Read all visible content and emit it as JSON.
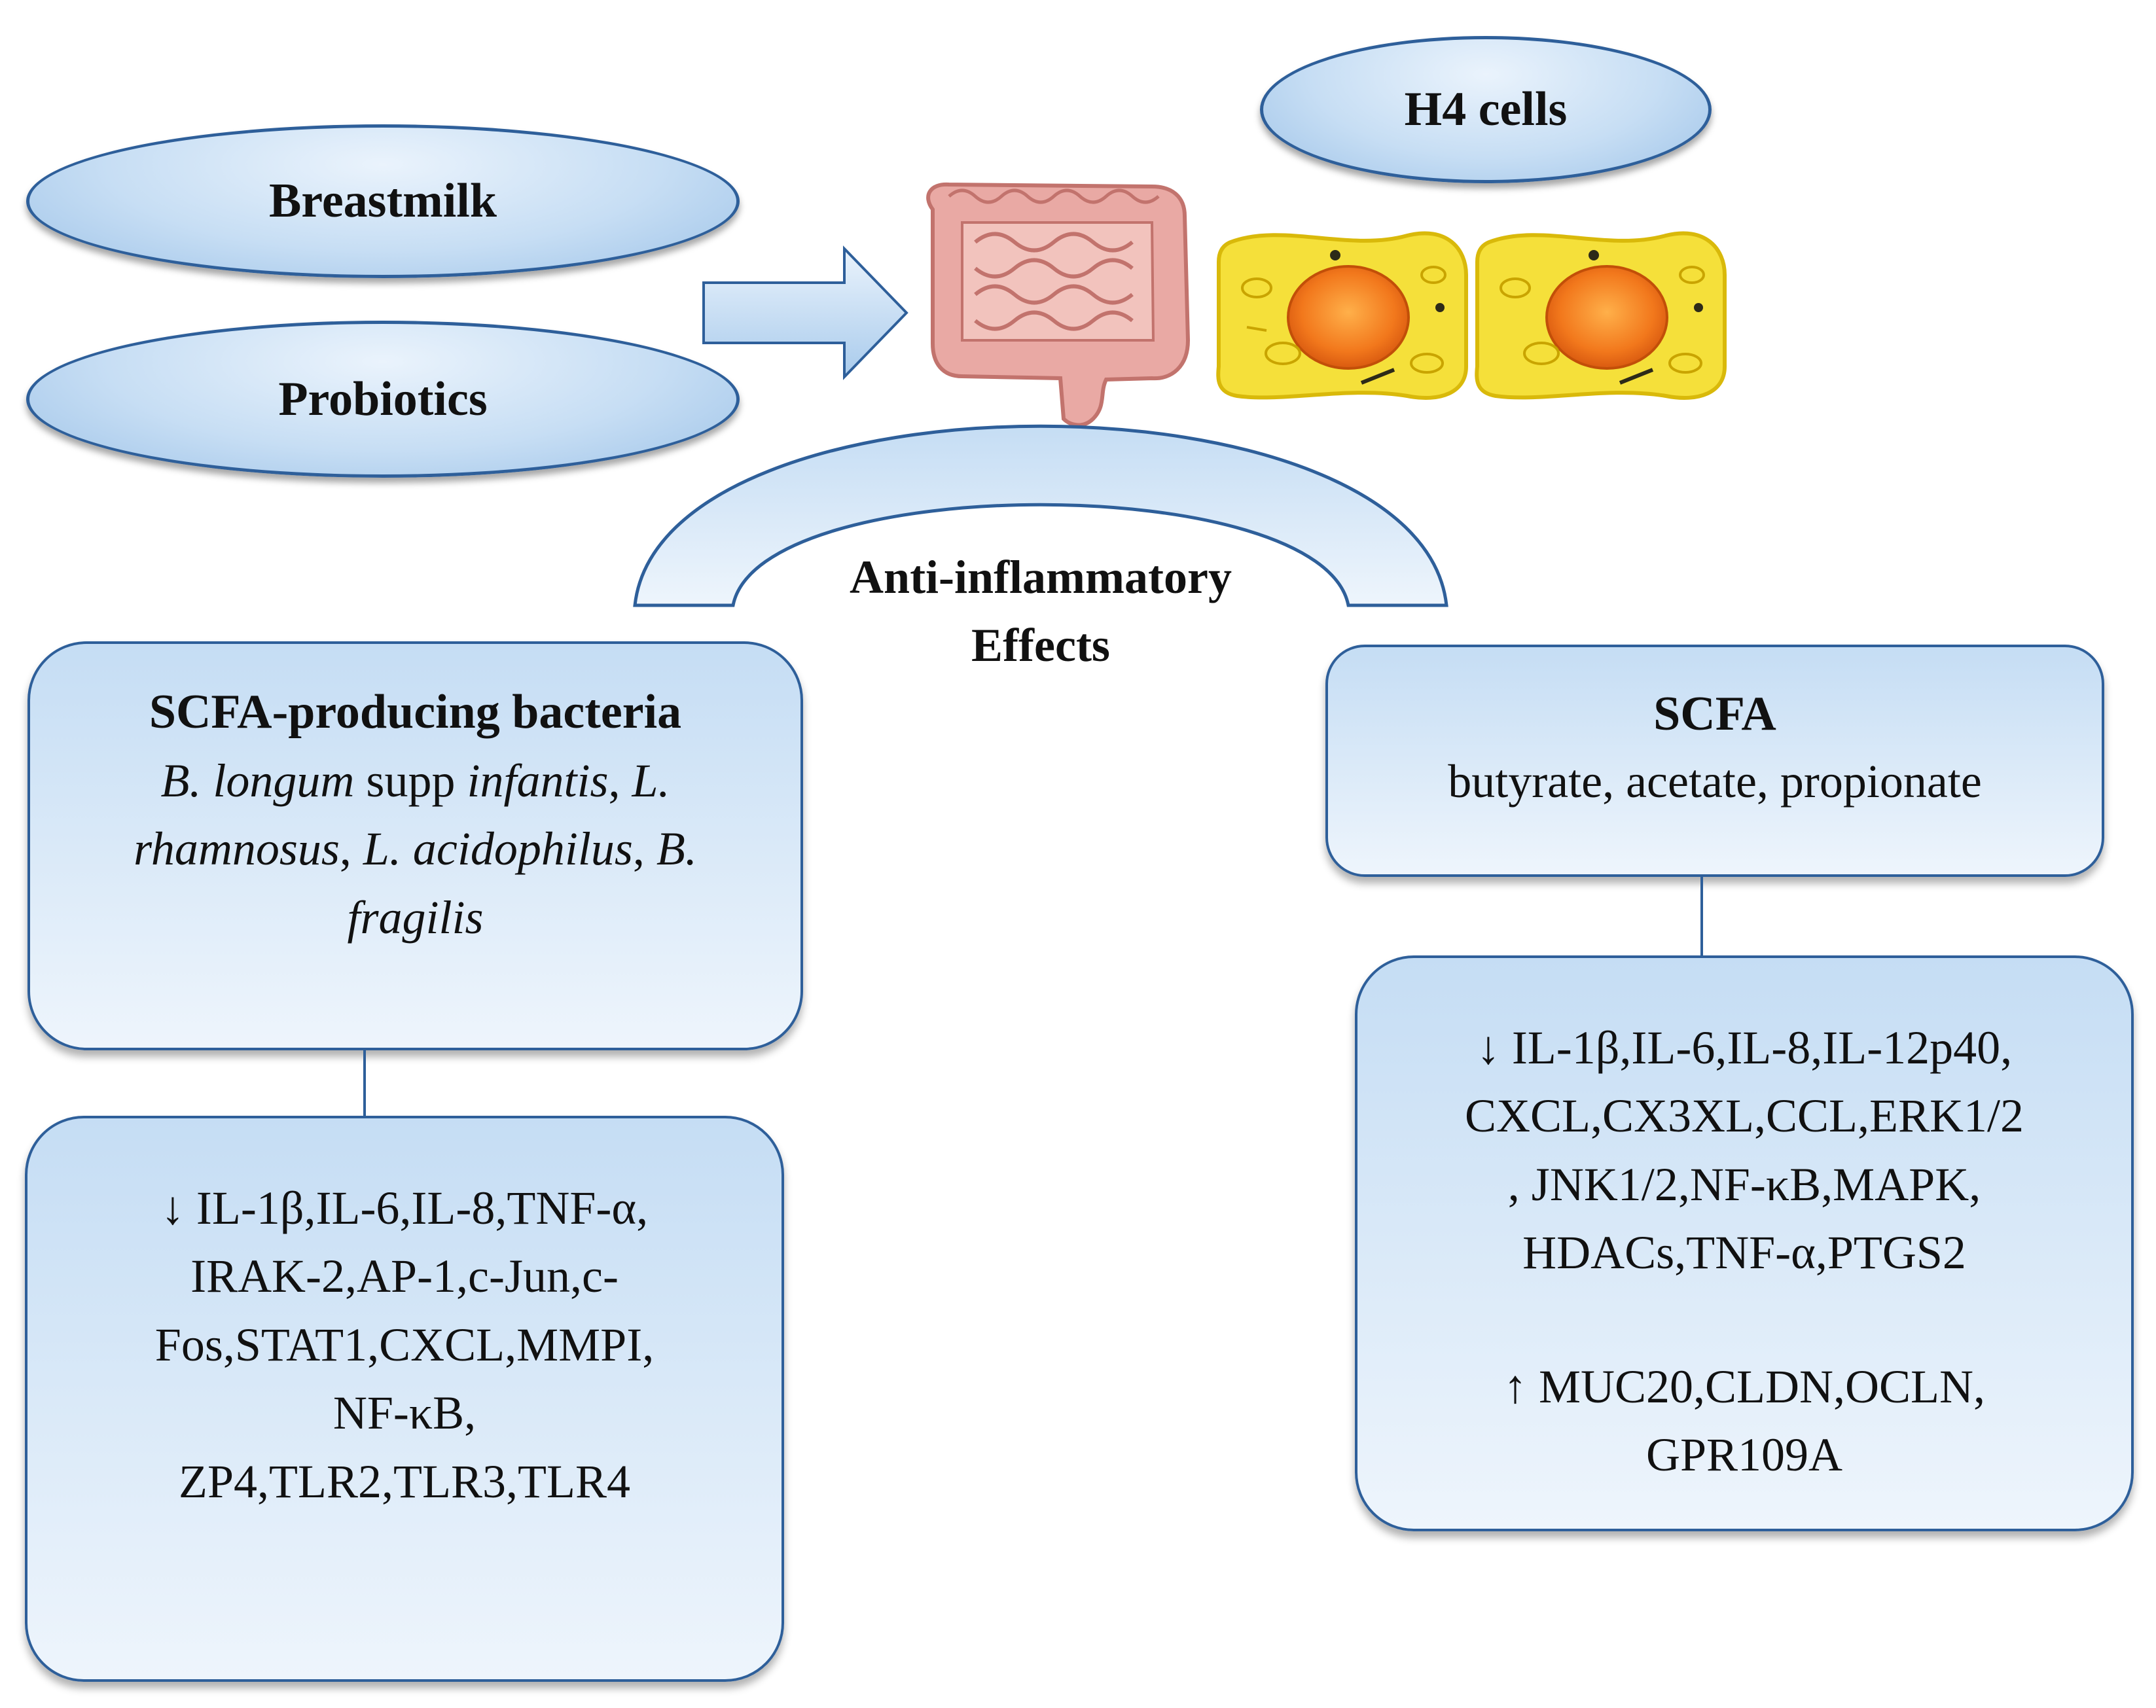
{
  "nodes": {
    "h4_cells": "H4 cells",
    "breastmilk": "Breastmilk",
    "probiotics": "Probiotics",
    "arc_label_line1": "Anti-inflammatory",
    "arc_label_line2": "Effects"
  },
  "scfa_bacteria": {
    "title": "SCFA-producing bacteria",
    "species": {
      "a": "B. longum",
      "b": " supp ",
      "c": "infantis",
      "d": ", ",
      "e": "L. rhamnosus",
      "f": ", ",
      "g": "L. acidophilus",
      "h": ", ",
      "i": "B. fragilis"
    }
  },
  "scfa_bacteria_effects": {
    "line1": "↓ IL-1β,IL-6,IL-8,TNF-α,",
    "line2": "IRAK-2,AP-1,c-Jun,c-",
    "line3": "Fos,STAT1,CXCL,MMPI,",
    "line4": "NF-κB,",
    "line5": "ZP4,TLR2,TLR3,TLR4"
  },
  "scfa": {
    "title": "SCFA",
    "subtitle": "butyrate, acetate, propionate"
  },
  "scfa_effects": {
    "line1": "↓ IL-1β,IL-6,IL-8,IL-12p40,",
    "line2": "CXCL,CX3XL,CCL,ERK1/2",
    "line3": ", JNK1/2,NF-κB,MAPK,",
    "line4": "HDACs,TNF-α,PTGS2",
    "line5": "↑ MUC20,CLDN,OCLN,",
    "line6": "GPR109A"
  },
  "colors": {
    "shape_border": "#2e5f9a",
    "shape_fill_light": "#eef5fc",
    "shape_fill_dark": "#c5ddf4",
    "cell_fill": "#f5e03a",
    "nucleus": "#f07a1e"
  }
}
